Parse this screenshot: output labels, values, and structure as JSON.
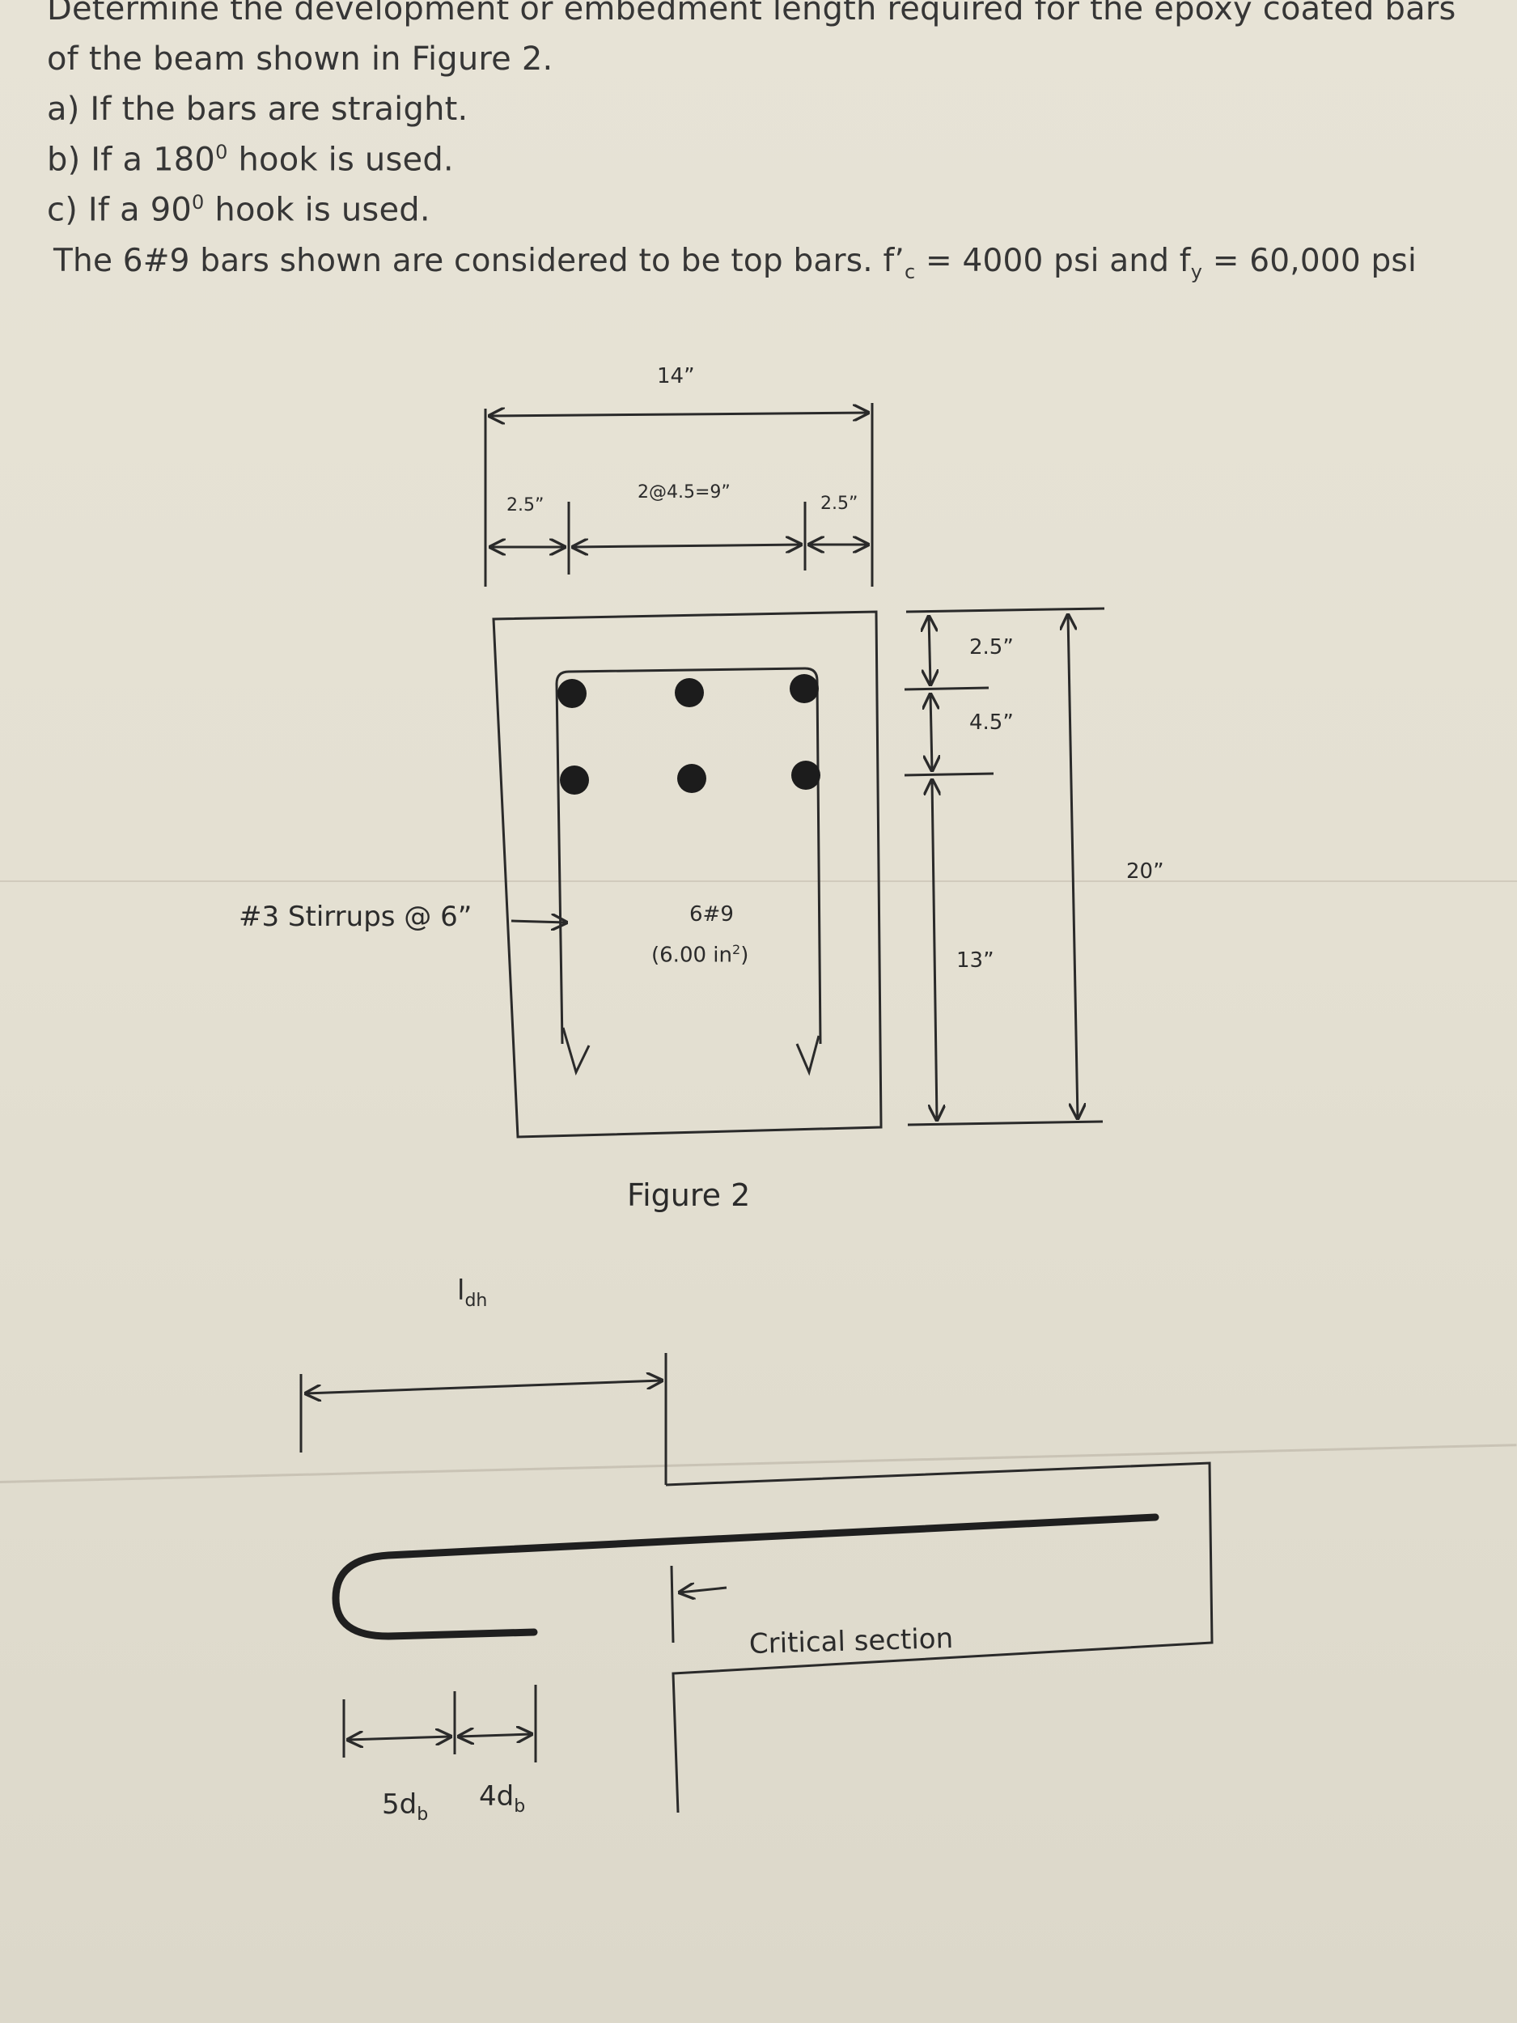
{
  "problem": {
    "intro_line1": "Determine the development or embedment length required for the epoxy coated bars",
    "intro_line2": "of the beam shown in Figure 2.",
    "part_a": "a) If the bars are straight.",
    "part_b_pre": "b) If a 180",
    "part_b_deg": "0",
    "part_b_post": " hook is used.",
    "part_c_pre": "c) If a 90",
    "part_c_deg": "0",
    "part_c_post": " hook is used.",
    "given_pre": "The 6#9 bars shown are considered to be top bars. f’",
    "given_fc_sub": "c",
    "given_mid": " = 4000 psi and f",
    "given_fy_sub": "y",
    "given_post": " = 60,000 psi"
  },
  "figure2": {
    "width_total": "14”",
    "cover_left": "2.5”",
    "spacing": "2@4.5=9”",
    "cover_right": "2.5”",
    "top_cover": "2.5”",
    "row_spacing": "4.5”",
    "total_depth": "20”",
    "effective_remaining": "13”",
    "stirrups": "#3 Stirrups @ 6”",
    "bars_label": "6#9",
    "area_pre": "(6.00 in",
    "area_sup": "2",
    "area_post": ")",
    "caption": "Figure 2"
  },
  "hook_detail": {
    "ldh": "l",
    "ldh_sub": "dh",
    "critical": "Critical section",
    "five_db": "5d",
    "five_db_sub": "b",
    "four_db": "4d",
    "four_db_sub": "b"
  }
}
